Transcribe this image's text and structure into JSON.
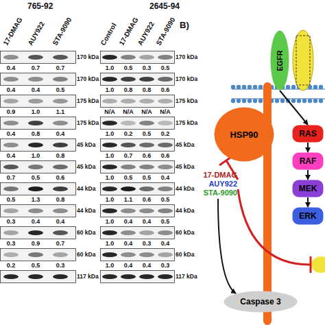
{
  "diagram": {
    "nodes": [
      {
        "text": [
          "HSP90"
        ]
      },
      {
        "text": [
          "EGFR"
        ]
      },
      {
        "text": [
          "RAS"
        ]
      },
      {
        "text": [
          "RAF"
        ]
      },
      {
        "text": [
          "MEK"
        ]
      },
      {
        "text": [
          "ERK"
        ]
      },
      {
        "text": [
          "Caspase 3"
        ]
      }
    ],
    "edges": [
      {
        "from": 1,
        "to": 2,
        "arrow": "to"
      },
      {
        "from": 2,
        "to": 3,
        "arrow": "to"
      },
      {
        "from": 3,
        "to": 4,
        "arrow": "to"
      },
      {
        "from": 4,
        "to": 5,
        "arrow": "to"
      }
    ],
    "labels": [
      "765-92",
      "17-DMAG",
      "AUY922",
      "STA-9090",
      "2645-94",
      "Control",
      "17-DMAG",
      "AUY922",
      "STA-9090",
      "B)",
      "17-DMAG",
      "AUY922",
      "STA-9090",
      "0.4",
      "0.7",
      "0.7",
      "170 kDa",
      "1.0",
      "0.5",
      "0.3",
      "0.5",
      "170 kDa",
      "0.4",
      "0.4",
      "0.5",
      "170 kDa",
      "1.0",
      "0.8",
      "0.8",
      "0.6",
      "170 kDa",
      "0.9",
      "1.0",
      "1.1",
      "175 kDa",
      "N/A",
      "N/A",
      "N/A",
      "N/A",
      "175 kDa",
      "0.4",
      "0.8",
      "0.4",
      "175 kDa",
      "1.0",
      "0.2",
      "0.5",
      "0.2",
      "175 kDa",
      "0.4",
      "1.0",
      "0.8",
      "45 kDa",
      "1.0",
      "0.7",
      "0.6",
      "0.6",
      "45 kDa",
      "0.7",
      "0.5",
      "0.6",
      "45 kDa",
      "1.0",
      "0.5",
      "0.5",
      "0.4",
      "45 kDa",
      "0.5",
      "1.3",
      "0.8",
      "44 kDa",
      "1.0",
      "1.1",
      "0.6",
      "0.5",
      "44 kDa",
      "0.3",
      "0.4",
      "0.4",
      "44 kDa",
      "1.0",
      "0.4",
      "0.4",
      "0.5",
      "44 kDa",
      "0.3",
      "0.9",
      "0.7",
      "60 kDa",
      "1.0",
      "0.4",
      "0.3",
      "0.4",
      "60 kDa",
      "0.2",
      "0.5",
      "0.3",
      "60 kDa",
      "1.0",
      "0.4",
      "0.4",
      "0.3",
      "60 kDa",
      "117 kDa",
      "117 kDa"
    ]
  }
}
